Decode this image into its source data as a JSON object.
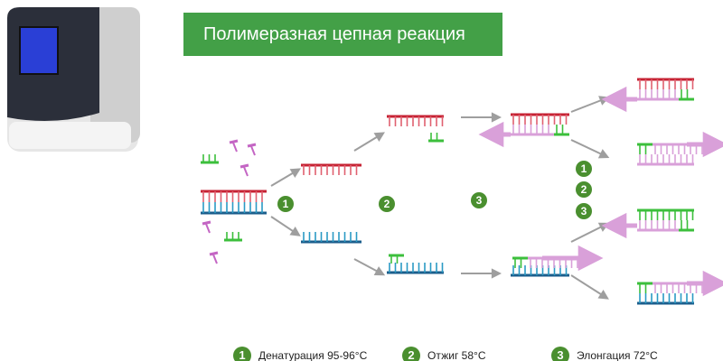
{
  "title": "Полимеразная цепная реакция",
  "steps": [
    {
      "number": "1",
      "label": "Денатурация  95-96°C"
    },
    {
      "number": "2",
      "label": "Отжиг 58°C"
    },
    {
      "number": "3",
      "label": "Элонгация 72°C"
    }
  ],
  "colors": {
    "template_top": "#c62233",
    "template_bottom": "#1b5e8c",
    "primer": "#3cbf3c",
    "nucleotide": "#c466c4",
    "extension": "#d9a0d9",
    "banner": "#43a047"
  }
}
